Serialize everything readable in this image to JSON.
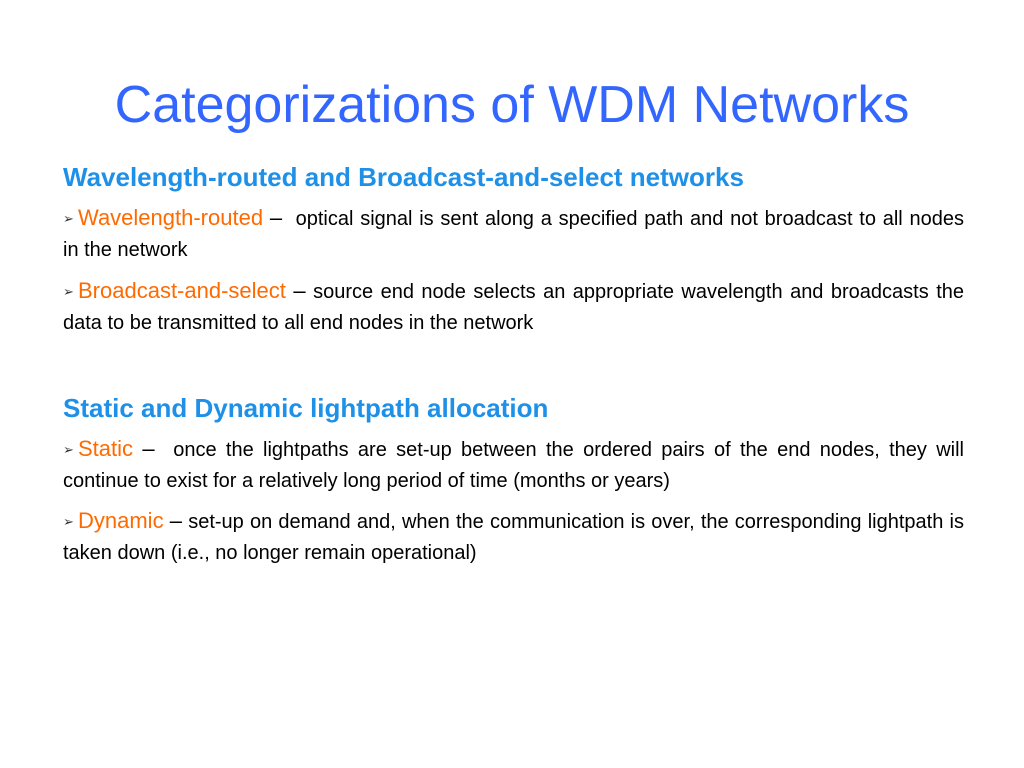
{
  "slide": {
    "title": "Categorizations of WDM Networks",
    "sections": [
      {
        "heading": "Wavelength-routed and Broadcast-and-select networks",
        "bullets": [
          {
            "marker": "➢",
            "term": "Wavelength-routed",
            "dash": "–",
            "text": "optical signal is sent along a specified path and not broadcast to all nodes in the network"
          },
          {
            "marker": "➢",
            "term": "Broadcast-and-select",
            "dash": "–",
            "text": "source end node selects an appropriate wavelength and broadcasts the data to be transmitted to all end nodes in the network"
          }
        ]
      },
      {
        "heading": "Static and Dynamic lightpath allocation",
        "bullets": [
          {
            "marker": "➢",
            "term": "Static",
            "dash": "–",
            "text": "once the lightpaths are set-up between the ordered pairs of the end nodes, they will continue to exist for a relatively long period of time (months or years)"
          },
          {
            "marker": "➢",
            "term": "Dynamic",
            "dash": "–",
            "text": "set-up on demand and, when the communication is over, the corresponding lightpath is taken down (i.e., no longer remain operational)"
          }
        ]
      }
    ],
    "colors": {
      "title": "#3366FF",
      "heading": "#1E90E8",
      "term": "#FF6A00",
      "text": "#000000"
    }
  }
}
